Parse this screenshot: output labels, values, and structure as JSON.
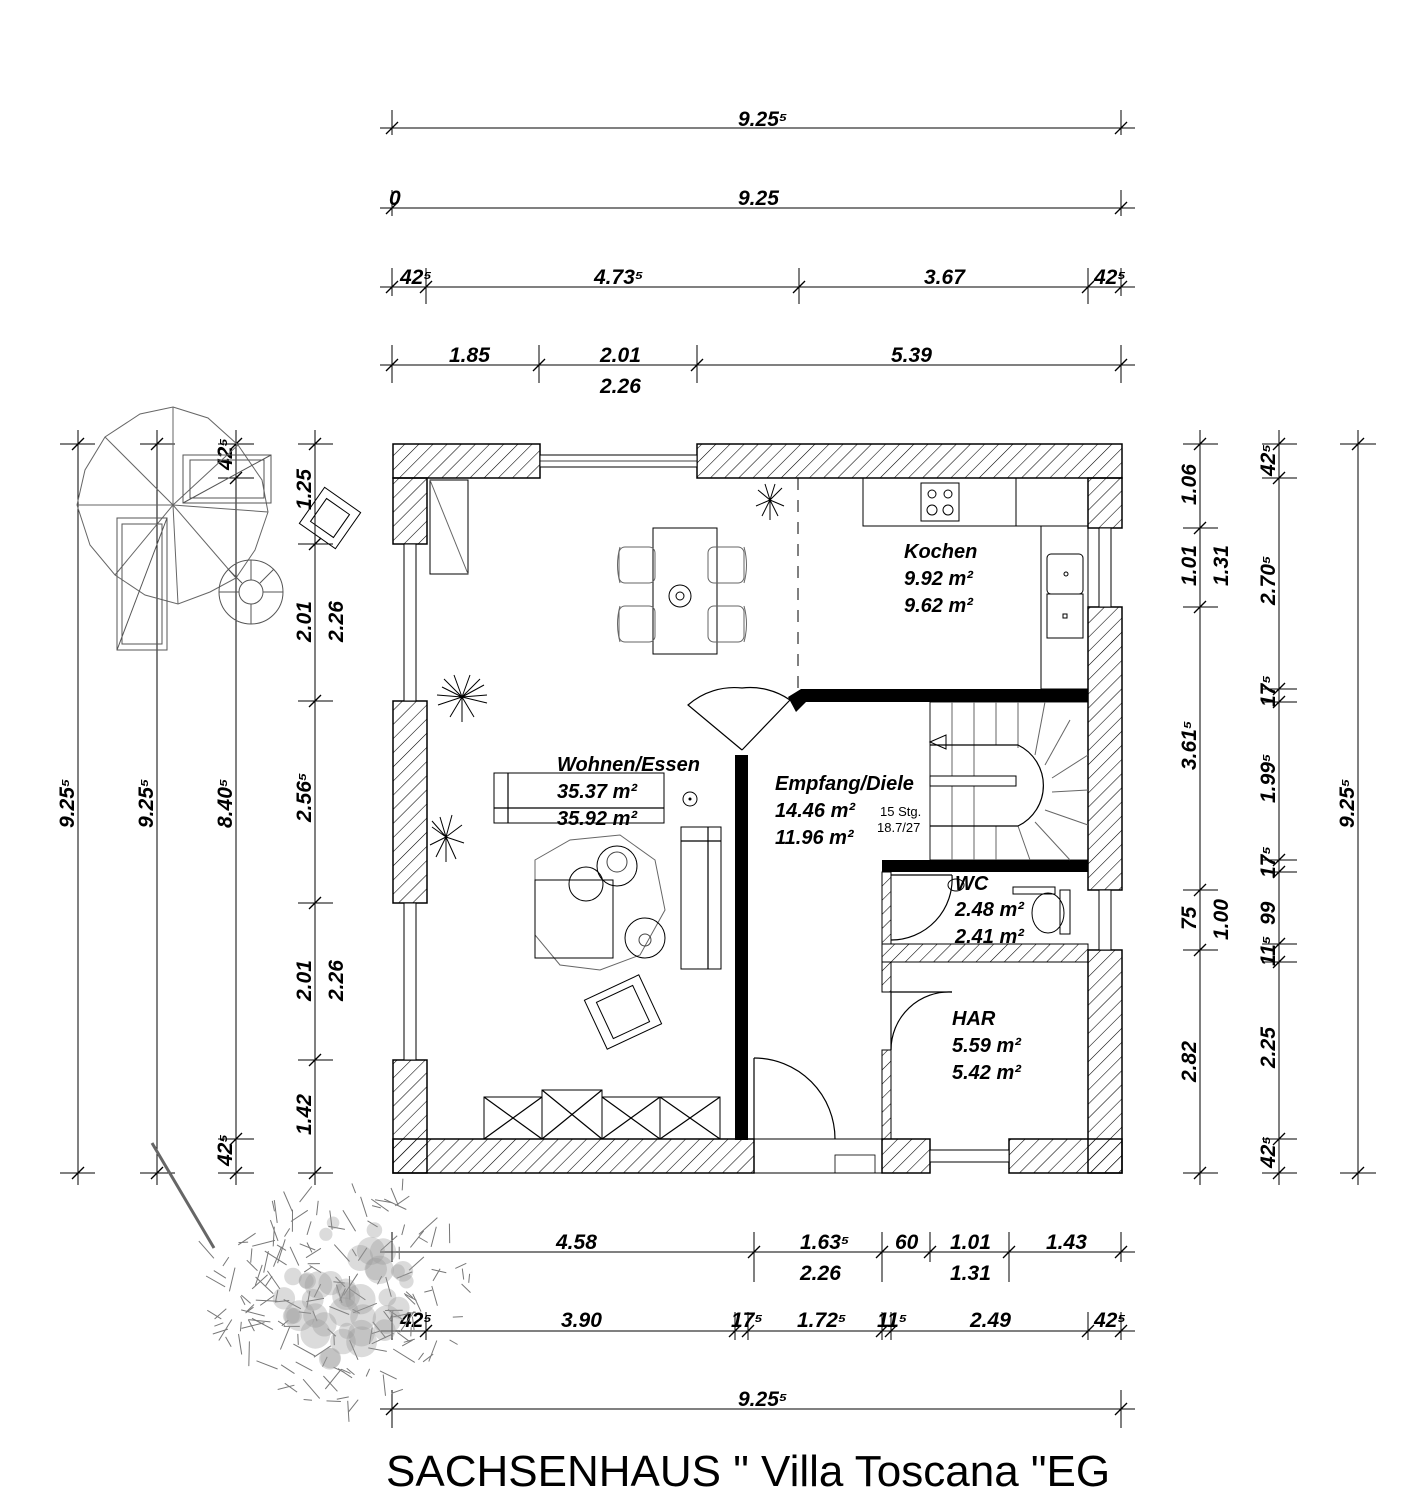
{
  "title": "SACHSENHAUS \" Villa Toscana \"EG",
  "dims_top": {
    "row1": "9.25⁵",
    "row2_zero": "0",
    "row2": "9.25",
    "row3": [
      "42⁵",
      "4.73⁵",
      "3.67",
      "42⁵"
    ],
    "row4": [
      "1.85",
      "2.01",
      "5.39"
    ],
    "row4_sub": "2.26"
  },
  "dims_bottom": {
    "row1": [
      "4.58",
      "1.63⁵",
      "60",
      "1.01",
      "1.43"
    ],
    "row1_sub": [
      "2.26",
      "1.31"
    ],
    "row2": [
      "42⁵",
      "3.90",
      "17⁵",
      "1.72⁵",
      "11⁵",
      "2.49",
      "42⁵"
    ],
    "row3": "9.25⁵"
  },
  "dims_left": {
    "outer1": "9.25⁵",
    "outer2": "9.25⁵",
    "outer3": "8.40⁵",
    "outer3_top": "42⁵",
    "outer3_bottom": "42⁵",
    "inner": [
      "1.25",
      "2.01",
      "2.56⁵",
      "2.01",
      "1.42"
    ],
    "inner_sub": [
      "2.26",
      "2.26"
    ]
  },
  "dims_right": {
    "col1": [
      "1.06",
      "1.01",
      "3.61⁵",
      "75",
      "2.82"
    ],
    "col2": [
      "1.31",
      "1.00"
    ],
    "col3": [
      "42⁵",
      "2.70⁵",
      "17⁵",
      "1.99⁵",
      "17⁵",
      "99",
      "11⁵",
      "2.25",
      "42⁵"
    ],
    "outer": "9.25⁵"
  },
  "rooms": {
    "kochen": {
      "name": "Kochen",
      "area1": "9.92 m²",
      "area2": "9.62 m²"
    },
    "wohnen": {
      "name": "Wohnen/Essen",
      "area1": "35.37 m²",
      "area2": "35.92 m²"
    },
    "empfang": {
      "name": "Empfang/Diele",
      "area1": "14.46 m²",
      "area2": "11.96 m²"
    },
    "wc": {
      "name": "WC",
      "area1": "2.48 m²",
      "area2": "2.41 m²"
    },
    "har": {
      "name": "HAR",
      "area1": "5.59 m²",
      "area2": "5.42 m²"
    }
  },
  "stairs": {
    "steps": "15 Stg.",
    "ratio": "18.7/27"
  }
}
